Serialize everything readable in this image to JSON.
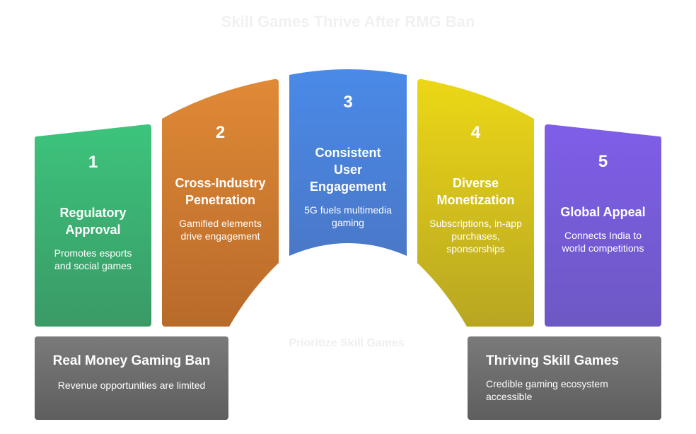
{
  "title": "Skill Games Thrive After RMG Ban",
  "center_label": "Prioritize Skill Games",
  "colors": {
    "green": "#3aaa6c",
    "orange": "#d0782c",
    "blue": "#4a82de",
    "yellow": "#d6c118",
    "purple": "#7a5ddc",
    "gray": "#6b6b6b"
  },
  "columns": [
    {
      "number": "1",
      "heading": "Regulatory Approval",
      "description": "Promotes esports and social games"
    },
    {
      "number": "2",
      "heading": "Cross-Industry Penetration",
      "description": "Gamified elements drive engagement"
    },
    {
      "number": "3",
      "heading": "Consistent User Engagement",
      "description": "5G fuels multimedia gaming"
    },
    {
      "number": "4",
      "heading": "Diverse Monetization",
      "description": "Subscriptions, in-app purchases, sponsorships"
    },
    {
      "number": "5",
      "heading": "Global Appeal",
      "description": "Connects India to world competitions"
    }
  ],
  "left_box": {
    "heading": "Real Money Gaming Ban",
    "description": "Revenue opportunities are limited"
  },
  "right_box": {
    "heading": "Thriving Skill Games",
    "description": "Credible gaming ecosystem accessible"
  }
}
